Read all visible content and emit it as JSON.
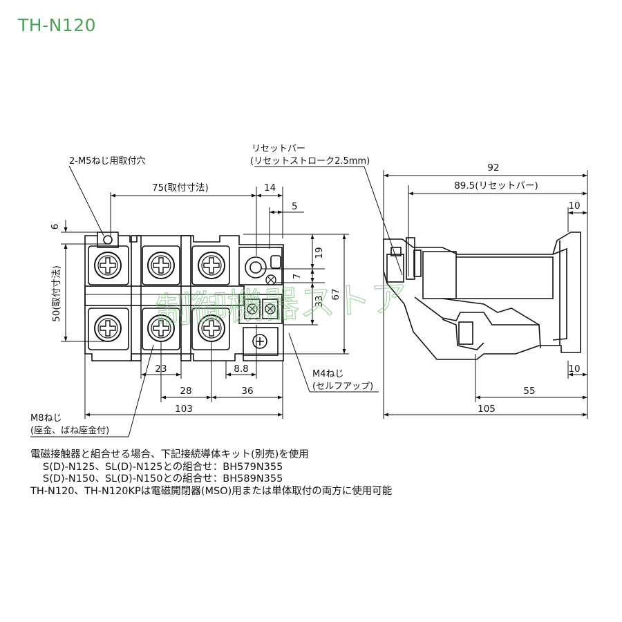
{
  "title": "TH-N120",
  "labels": {
    "mount_hole": "2-M5ねじ用取付穴",
    "reset_bar": "リセットバー",
    "reset_stroke": "(リセットストローク2.5mm)",
    "m8_screw": "M8ねじ",
    "m8_washer": "(座金、ばね座金付)",
    "m4_screw": "M4ねじ",
    "m4_selfup": "(セルフアップ)"
  },
  "dimensions": {
    "d75": "75(取付寸法)",
    "d14": "14",
    "d5": "5",
    "d6": "6",
    "d50": "50(取付寸法)",
    "d19": "19",
    "d7": "7",
    "d33": "33",
    "d67": "67",
    "d23": "23",
    "d28": "28",
    "d8_8": "8.8",
    "d36": "36",
    "d103": "103",
    "d92": "92",
    "d89_5": "89.5(リセットバー)",
    "d10_top": "10",
    "d10_bottom": "10",
    "d55": "55",
    "d105": "105"
  },
  "watermark": "制御機器ストア",
  "notes": {
    "line1": "電磁接触器と組合せる場合、下記接続導体キット(別売)を使用",
    "line2": "S(D)-N125、SL(D)-N125との組合せ：BH579N355",
    "line3": "S(D)-N150、SL(D)-N150との組合せ：BH589N355",
    "line4": "TH-N120、TH-N120KPは電磁開閉器(MSO)用または単体取付の両方に使用可能"
  }
}
